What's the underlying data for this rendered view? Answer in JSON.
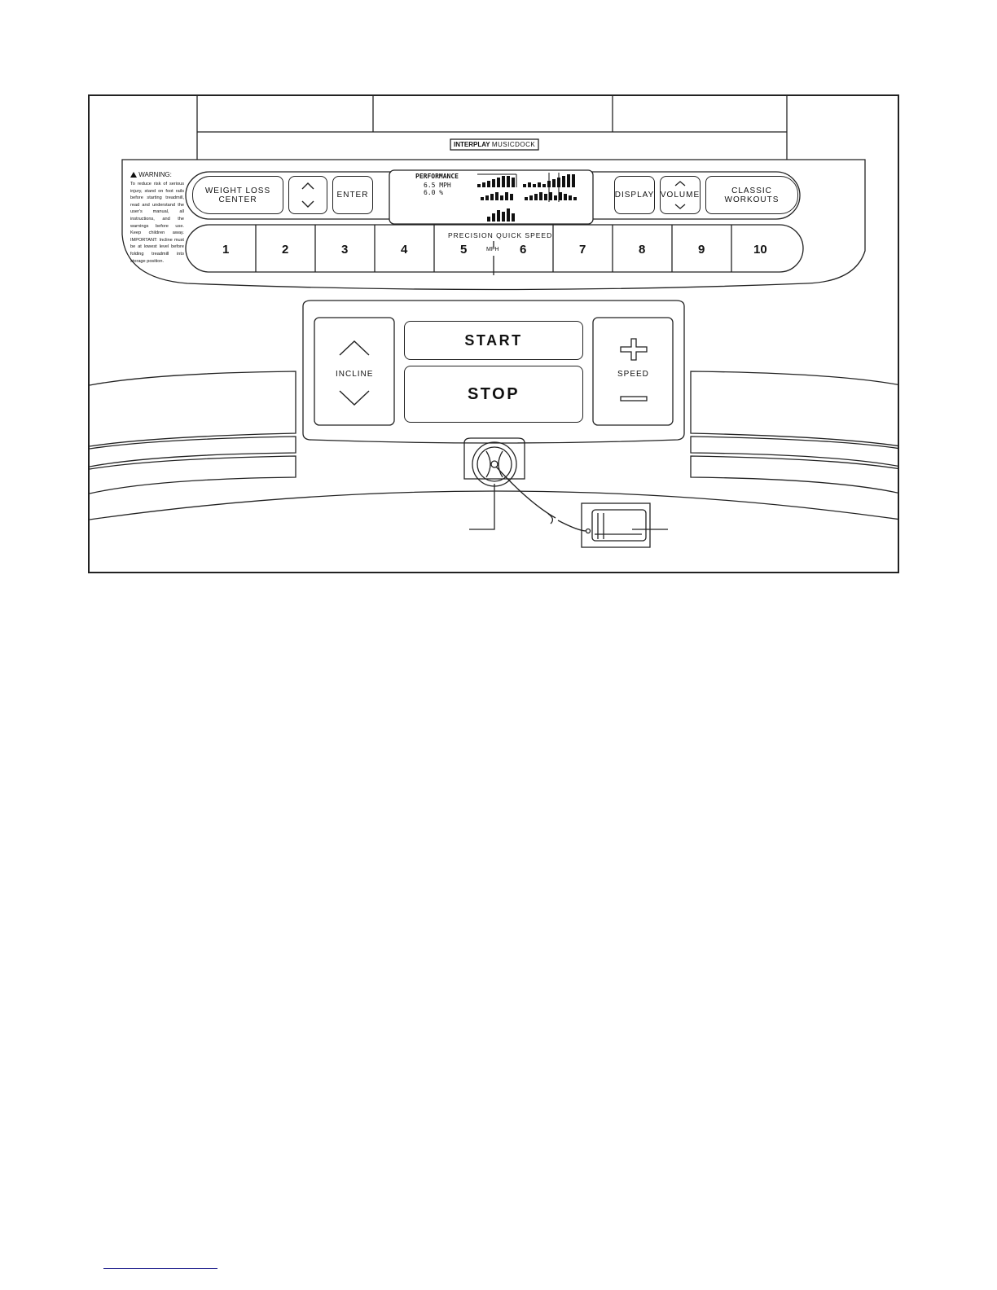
{
  "brand": {
    "name": "INTERPLAY",
    "suffix": "MUSICDOCK"
  },
  "warning": {
    "title": "WARNING:",
    "body": "To reduce risk of serious injury, stand on foot rails before starting treadmill, read and understand the user's manual, all instructions, and the warnings before use. Keep children away. IMPORTANT: Incline must be at lowest level before folding treadmill into storage position."
  },
  "top_row": {
    "weight_loss": "WEIGHT LOSS\nCENTER",
    "enter": "ENTER",
    "display": "DISPLAY",
    "volume": "VOLUME",
    "classic": "CLASSIC\nWORKOUTS"
  },
  "lcd": {
    "title": "PERFORMANCE",
    "speed": "6.5 MPH",
    "incline": "6.0 %"
  },
  "quick_speed": {
    "title": "PRECISION QUICK SPEED",
    "unit": "MPH",
    "keys": [
      "1",
      "2",
      "3",
      "4",
      "5",
      "6",
      "7",
      "8",
      "9",
      "10"
    ]
  },
  "controls": {
    "incline": "INCLINE",
    "start": "START",
    "stop": "STOP",
    "speed": "SPEED"
  }
}
